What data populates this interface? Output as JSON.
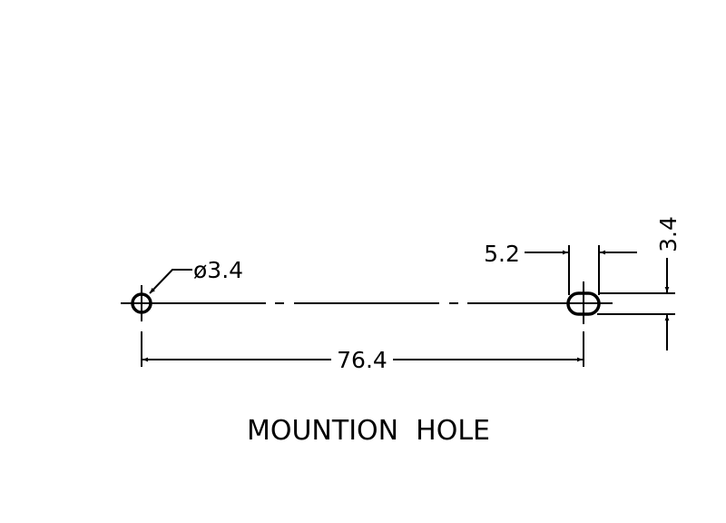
{
  "drawing": {
    "title": "MOUNTION  HOLE",
    "hole_diameter_label": "ø3.4",
    "hole_spacing_label": "76.4",
    "slot_width_label": "5.2",
    "slot_height_label": "3.4",
    "line_color": "#000000"
  }
}
